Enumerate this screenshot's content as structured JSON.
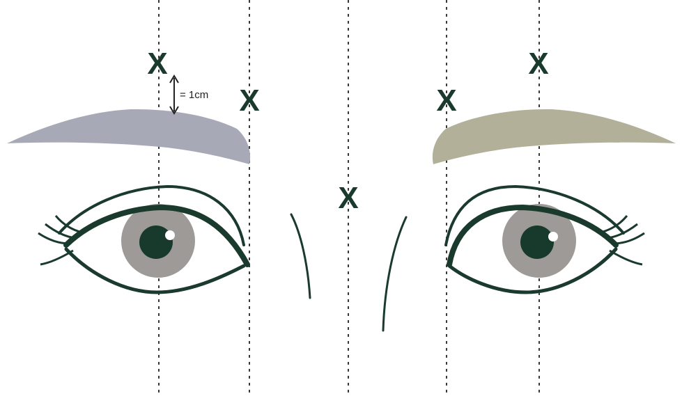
{
  "diagram": {
    "markers": [
      "X",
      "X",
      "X",
      "X",
      "X"
    ],
    "measure_label": "= 1cm",
    "colors": {
      "eyeline": "#1a3a2e",
      "iris": "#9d9a97",
      "pupil": "#183a2c",
      "brow_left": "#a7a9b7",
      "brow_right": "#b3b09a",
      "guide": "#3a3a3a"
    }
  }
}
